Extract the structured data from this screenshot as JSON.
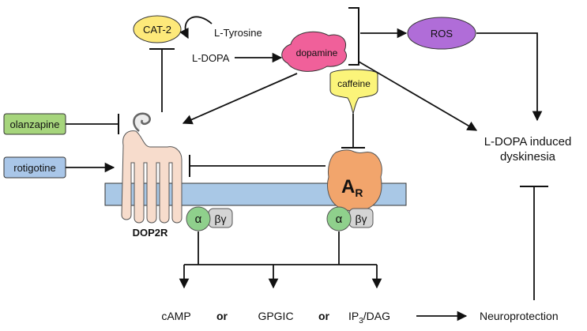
{
  "labels": {
    "cat2": "CAT-2",
    "l_tyrosine": "L-Tyrosine",
    "l_dopa": "L-DOPA",
    "dopamine": "dopamine",
    "ros": "ROS",
    "caffeine": "caffeine",
    "olanzapine": "olanzapine",
    "rotigotine": "rotigotine",
    "ar_main": "A",
    "ar_sub": "R",
    "alpha": "α",
    "beta_gamma": "βγ",
    "dop2r": "DOP2R",
    "dyskinesia_line1": "L-DOPA induced",
    "dyskinesia_line2": "dyskinesia",
    "camp": "cAMP",
    "or": "or",
    "gpgic": "GPGIC",
    "ip3_prefix": "IP",
    "ip3_sub": "3",
    "ip3_suffix": "/DAG",
    "neuroprotection": "Neuroprotection"
  },
  "colors": {
    "cat2": "#fde97a",
    "dopamine": "#f0609a",
    "ros": "#b06dd8",
    "caffeine": "#fbf47a",
    "olanzapine": "#a6d57c",
    "rotigotine": "#a9c6e8",
    "membrane": "#a9c8e6",
    "receptor_dop2r": "#f7dccc",
    "receptor_ar": "#f2a56c",
    "g_alpha": "#8fd08c",
    "g_betagamma": "#d4d4d4",
    "or_text": "#e02010"
  }
}
